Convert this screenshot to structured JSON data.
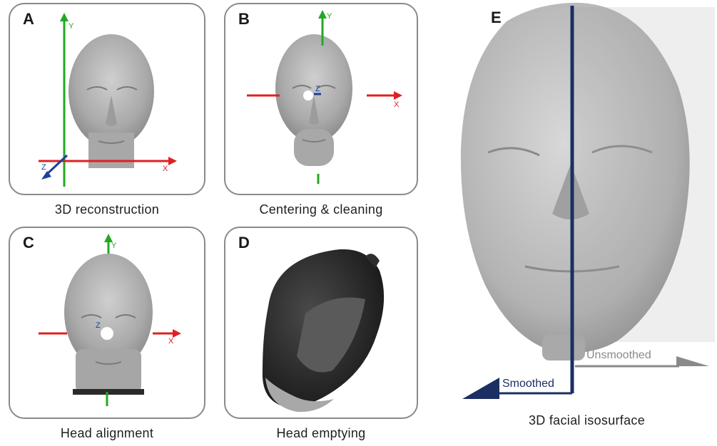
{
  "panels": {
    "A": {
      "letter": "A",
      "caption": "3D reconstruction",
      "axes": {
        "x": "X",
        "y": "Y",
        "z": "Z"
      }
    },
    "B": {
      "letter": "B",
      "caption": "Centering & cleaning",
      "axes": {
        "x": "X",
        "y": "Y",
        "z": "Z"
      }
    },
    "C": {
      "letter": "C",
      "caption": "Head alignment",
      "axes": {
        "x": "X",
        "y": "Y",
        "z": "Z"
      }
    },
    "D": {
      "letter": "D",
      "caption": "Head emptying"
    },
    "E": {
      "letter": "E",
      "caption": "3D facial isosurface",
      "smoothed": "Smoothed",
      "unsmoothed": "Unsmoothed"
    }
  },
  "colors": {
    "x_axis": "#e02020",
    "y_axis": "#22a822",
    "z_axis": "#1e3f9a",
    "divider": "#1b2f63",
    "unsmoothed": "#8a8a8a",
    "face": "#b8b8b8"
  }
}
